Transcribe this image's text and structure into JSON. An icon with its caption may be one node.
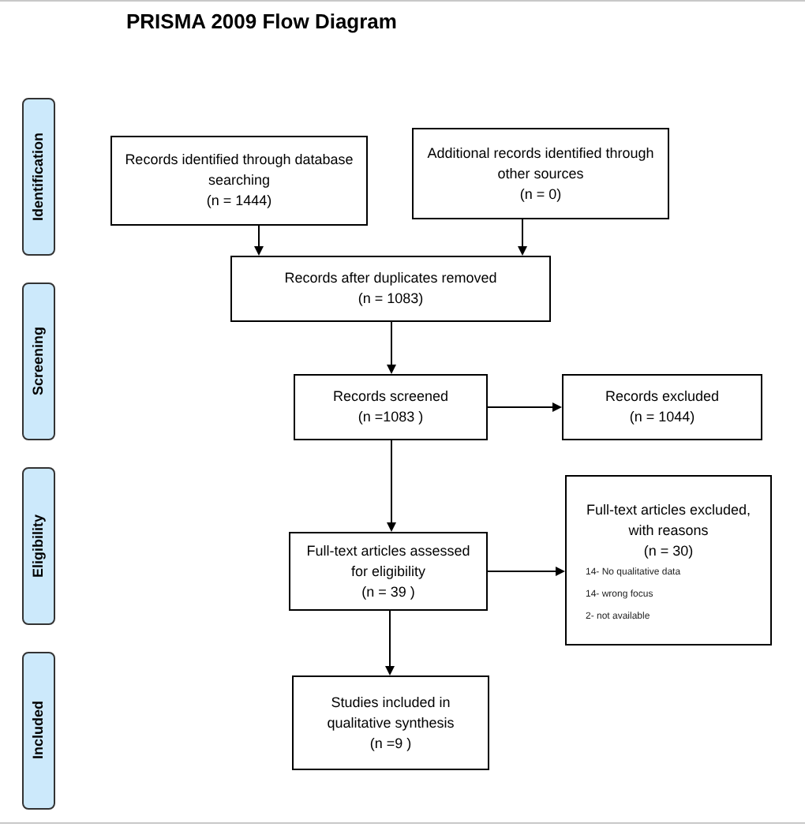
{
  "diagram": {
    "title": "PRISMA 2009 Flow Diagram",
    "nodes": [
      {
        "text": [
          "Identification"
        ]
      },
      {
        "text": [
          "Screening"
        ]
      },
      {
        "text": [
          "Eligibility"
        ]
      },
      {
        "text": [
          "Included"
        ]
      },
      {
        "text": [
          "Records identified through database searching",
          "(n = 1444)"
        ]
      },
      {
        "text": [
          "Additional records identified through other sources",
          "(n = 0)"
        ]
      },
      {
        "text": [
          "Records after duplicates removed",
          "(n =   1083)"
        ]
      },
      {
        "text": [
          "Records screened",
          "(n =1083 )"
        ]
      },
      {
        "text": [
          "Records excluded",
          "(n = 1044)"
        ]
      },
      {
        "text": [
          "Full-text articles excluded, with reasons",
          "(n = 30)",
          "14- No qualitative data",
          "14- wrong focus",
          "2- not available"
        ]
      },
      {
        "text": [
          "Full-text articles assessed for eligibility",
          "(n = 39 )"
        ]
      },
      {
        "text": [
          "Studies included in qualitative synthesis",
          "(n =9 )"
        ]
      }
    ],
    "edges": [
      {
        "from": 4,
        "to": 6,
        "arrow": "to"
      },
      {
        "from": 5,
        "to": 6,
        "arrow": "to"
      },
      {
        "from": 6,
        "to": 7,
        "arrow": "to"
      },
      {
        "from": 7,
        "to": 8,
        "arrow": "to"
      },
      {
        "from": 7,
        "to": 10,
        "arrow": "to"
      },
      {
        "from": 10,
        "to": 9,
        "arrow": "to"
      },
      {
        "from": 10,
        "to": 11,
        "arrow": "to"
      }
    ]
  }
}
